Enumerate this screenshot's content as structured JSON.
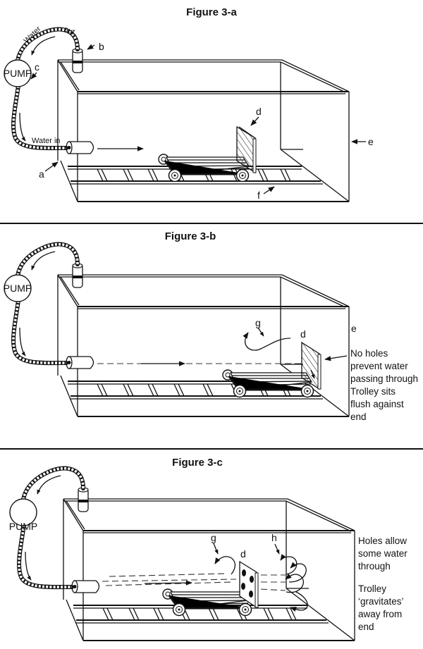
{
  "figures": [
    {
      "id": "3-a",
      "title": "Figure 3-a",
      "pump_label": "PUMP",
      "hose_labels": {
        "water": "Water",
        "out": "out",
        "water_in": "Water in"
      },
      "part_labels": {
        "a": "a",
        "b": "b",
        "c": "c",
        "d": "d",
        "e": "e",
        "f": "f"
      }
    },
    {
      "id": "3-b",
      "title": "Figure 3-b",
      "pump_label": "PUMP",
      "part_labels": {
        "d": "d",
        "e": "e",
        "g": "g"
      },
      "note_lines": [
        "No holes",
        "prevent water",
        "passing through",
        "Trolley sits",
        "flush against",
        "end"
      ]
    },
    {
      "id": "3-c",
      "title": "Figure 3-c",
      "pump_label": "PUMP",
      "part_labels": {
        "d": "d",
        "g": "g",
        "h": "h"
      },
      "note_lines_1": [
        "Holes allow",
        "some water",
        "through"
      ],
      "note_lines_2": [
        "Trolley",
        "‘gravitates’",
        "away from",
        "end"
      ]
    }
  ],
  "colors": {
    "ink": "#111111",
    "paper": "#ffffff"
  }
}
